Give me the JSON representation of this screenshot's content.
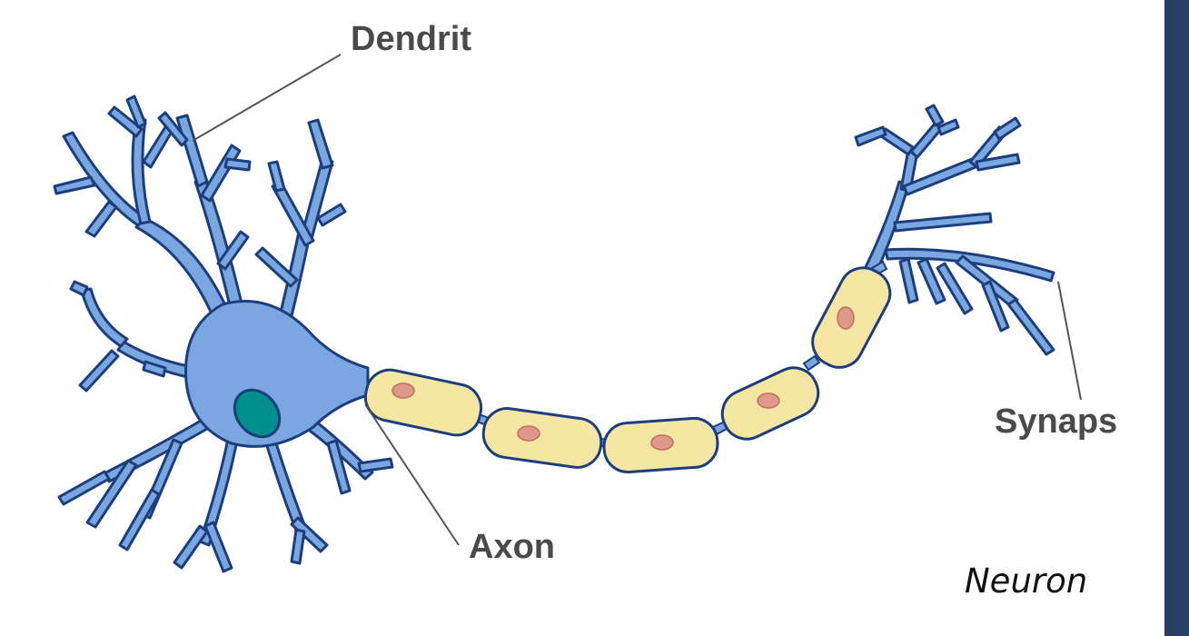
{
  "labels": {
    "dendrite": "Dendrit",
    "axon": "Axon",
    "synapse": "Synaps"
  },
  "caption": "Neuron",
  "colors": {
    "neuron_body": "#7ba7e0",
    "neuron_outline": "#1d3e7c",
    "nucleus": "#008f8a",
    "myelin": "#f5e6a3",
    "schwann_nucleus": "#dd9a8c",
    "leader_line": "#555555",
    "label_text": "#4a4a4a",
    "sidebar": "#243f62"
  }
}
